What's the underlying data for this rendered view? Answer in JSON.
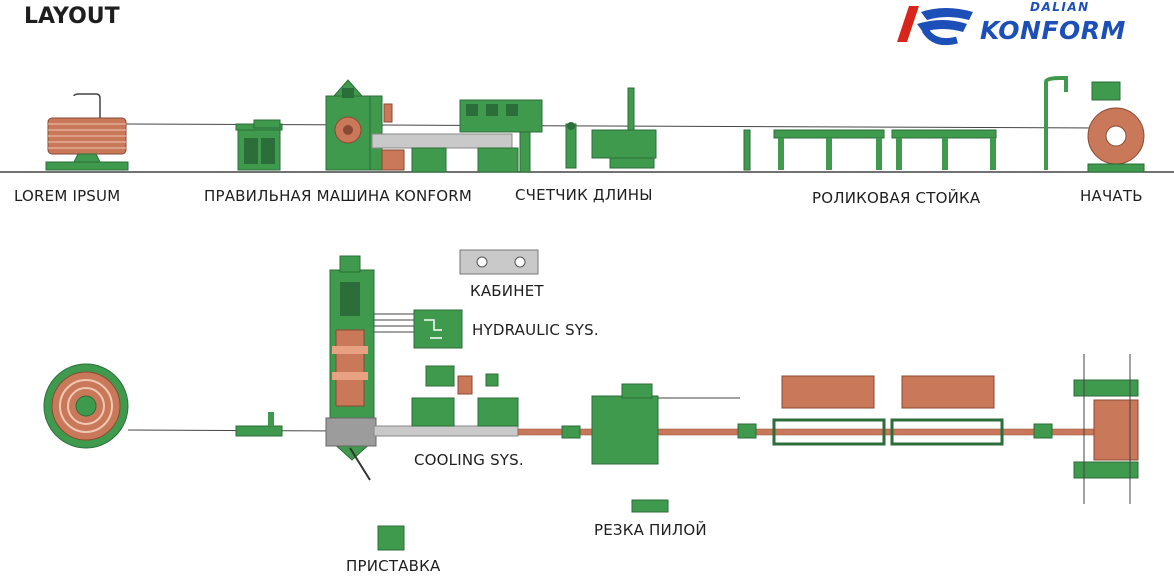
{
  "title": "LAYOUT",
  "logo": {
    "sub": "DALIAN",
    "main": "KONFORM",
    "emblem": "konform-logo-mark"
  },
  "colors": {
    "machine": "#3f9a4e",
    "machine_dark": "#2b6e39",
    "copper": "#c9785a",
    "steel": "#9c9c9c",
    "line": "#333333",
    "brand": "#1d4fb8",
    "brand_red": "#d9261c"
  },
  "labels": {
    "lorem": "LOREM IPSUM",
    "straightener": "ПРАВИЛЬНАЯ МАШИНА KONFORM",
    "counter": "СЧЕТЧИК ДЛИНЫ",
    "roller": "РОЛИКОВАЯ СТОЙКА",
    "start": "НАЧАТЬ",
    "cabinet": "КАБИНЕТ",
    "hydraulic": "HYDRAULIC SYS.",
    "cooling": "COOLING SYS.",
    "saw": "РЕЗКА ПИЛОЙ",
    "attachment": "ПРИСТАВКА"
  }
}
